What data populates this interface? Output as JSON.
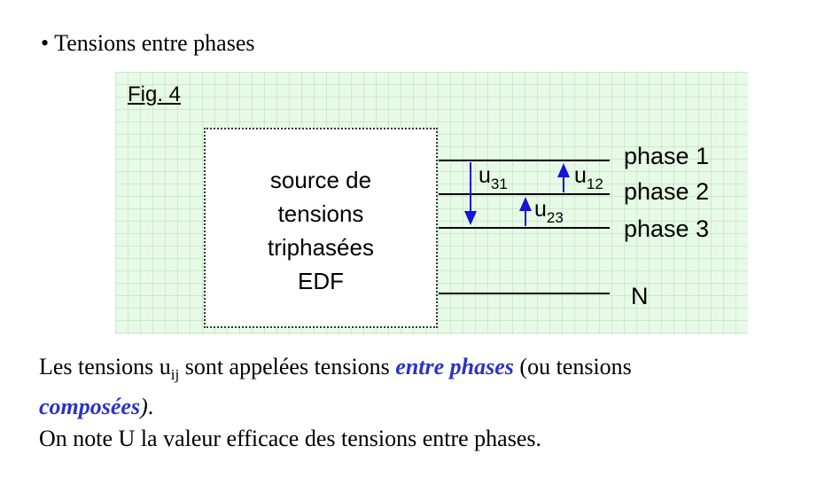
{
  "header": {
    "bullet": "•",
    "title": "Tensions entre phases"
  },
  "figure": {
    "label": "Fig. 4",
    "source_lines": [
      "source de",
      "tensions",
      "triphasées",
      "EDF"
    ],
    "phases": [
      "phase 1",
      "phase 2",
      "phase 3",
      "N"
    ],
    "voltages": [
      {
        "base": "u",
        "sub": "31"
      },
      {
        "base": "u",
        "sub": "12"
      },
      {
        "base": "u",
        "sub": "23"
      }
    ],
    "arrow_color": "#1515d9"
  },
  "paragraph": {
    "line1_a": "Les tensions u",
    "line1_sub": "ij",
    "line1_b": " sont appelées tensions ",
    "line1_emph": "entre phases",
    "line1_c": " (ou tensions",
    "line2_emph": "composées",
    "line2_emph_paren": ")",
    "line2_end": ".",
    "line3": "On note U la valeur efficace des tensions entre phases."
  }
}
